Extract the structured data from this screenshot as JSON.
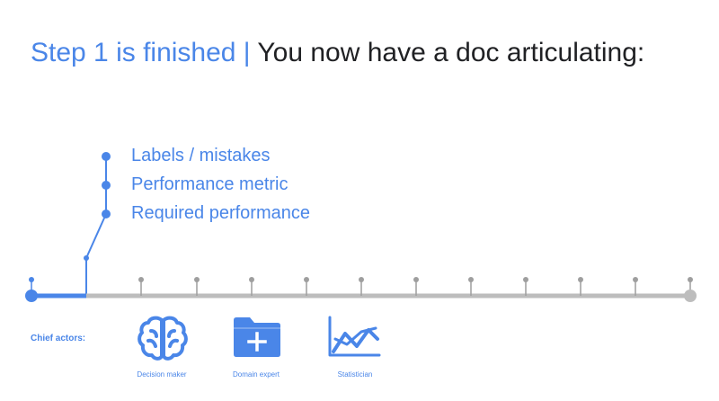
{
  "header": {
    "title_accent": "Step 1 is finished |",
    "title_rest": "You now have a doc articulating:"
  },
  "checklist": [
    {
      "label": "Labels / mistakes"
    },
    {
      "label": "Performance metric"
    },
    {
      "label": "Required performance"
    }
  ],
  "progress": {
    "completed_steps": 1,
    "total_steps": 13
  },
  "actors": {
    "label": "Chief actors:",
    "items": [
      {
        "label": "Decision maker",
        "icon": "brain-icon"
      },
      {
        "label": "Domain expert",
        "icon": "folder-plus-icon"
      },
      {
        "label": "Statistician",
        "icon": "chart-icon"
      }
    ]
  },
  "colors": {
    "accent": "#4a86e8",
    "track": "#bdbdbd",
    "tick": "#9e9e9e",
    "text": "#202124"
  }
}
